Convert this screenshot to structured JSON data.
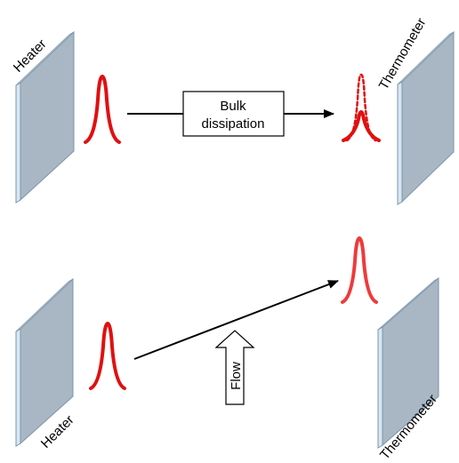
{
  "top_panel": {
    "heater_label": "Heater",
    "thermometer_label": "Thermometer",
    "process_box": {
      "line1": "Bulk",
      "line2": "dissipation"
    }
  },
  "bottom_panel": {
    "heater_label": "Heater",
    "thermometer_label": "Thermometer",
    "flow_label": "Flow"
  },
  "colors": {
    "plate_front": "#a8b7c3",
    "plate_edge": "#d7e6f3",
    "plate_outline": "#7d95a8",
    "pulse_red": "#e01010",
    "pulse_light_red": "#ef3a3a",
    "arrow": "#000000"
  }
}
